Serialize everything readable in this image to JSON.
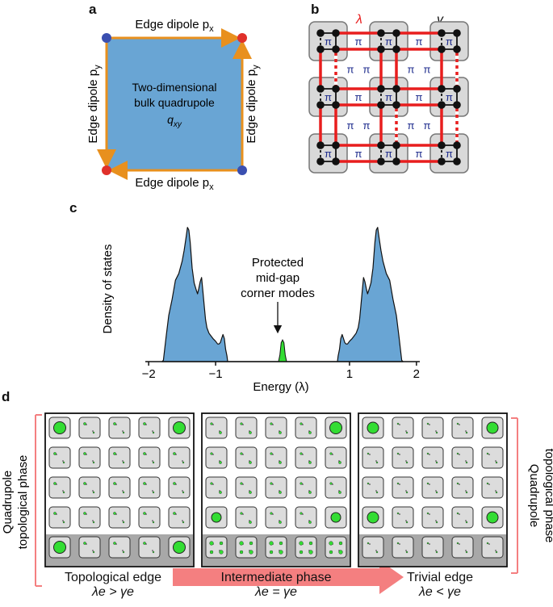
{
  "panel_a": {
    "letter": "a",
    "top_label": "Edge dipole p",
    "top_sub": "x",
    "bottom_label": "Edge dipole p",
    "bottom_sub": "x",
    "left_label": "Edge dipole p",
    "left_sub": "y",
    "right_label": "Edge dipole p",
    "right_sub": "y",
    "center_line1": "Two-dimensional",
    "center_line2": "bulk quadrupole",
    "center_line3": "q",
    "center_sub": "xy",
    "colors": {
      "fill": "#69a5d4",
      "edge": "#e8901e",
      "red": "#e0302a",
      "blue": "#3a4fb0"
    }
  },
  "panel_b": {
    "letter": "b",
    "lambda_label": "λ",
    "gamma_label": "γ",
    "pi_label": "π",
    "colors": {
      "cell": "#d9d9d9",
      "link": "#e81e1e",
      "pi": "#1c2a8c"
    }
  },
  "panel_c": {
    "letter": "c",
    "annotation_line1": "Protected",
    "annotation_line2": "mid-gap",
    "annotation_line3": "corner modes",
    "colors": {
      "bulk": "#69a5d4",
      "corner": "#33dd33"
    }
  },
  "panel_d": {
    "letter": "d",
    "left_side_line1": "Quadrupole",
    "left_side_line2": "topological phase",
    "right_side_line1": "Quadrupole",
    "right_side_line2": "topological phase",
    "captions": [
      {
        "title": "Topological edge",
        "relation": "λe > γe"
      },
      {
        "title": "Intermediate phase",
        "relation": "λe = γe"
      },
      {
        "title": "Trivial edge",
        "relation": "λe < γe"
      }
    ],
    "colors": {
      "cell": "#dcdcdc",
      "edge_row": "#a8a8a8",
      "mode": "#33dd33",
      "arrow": "#f47f80"
    }
  },
  "chart_data": {
    "type": "area",
    "title": "",
    "xlabel": "Energy (λ)",
    "ylabel": "Density of states",
    "xlim": [
      -2.05,
      2.05
    ],
    "xticks": [
      -2,
      -1,
      1,
      2
    ],
    "xtick_labels": [
      "−2",
      "−1",
      "1",
      "2"
    ],
    "series": [
      {
        "x": [
          -1.8,
          -1.78,
          -1.74,
          -1.7,
          -1.65,
          -1.6,
          -1.55,
          -1.5,
          -1.47,
          -1.44,
          -1.42,
          -1.4,
          -1.38,
          -1.35,
          -1.32,
          -1.29,
          -1.27,
          -1.25,
          -1.23,
          -1.21,
          -1.19,
          -1.17,
          -1.15,
          -1.13,
          -1.1,
          -1.07,
          -1.04,
          -1.0,
          -0.97,
          -0.95,
          -0.93,
          -0.91,
          -0.89,
          -0.87,
          -0.85,
          -0.83,
          -0.82,
          -0.82,
          0.82,
          0.83,
          0.85,
          0.87,
          0.89,
          0.91,
          0.93,
          0.95,
          0.97,
          1.0,
          1.04,
          1.07,
          1.1,
          1.13,
          1.15,
          1.17,
          1.19,
          1.21,
          1.23,
          1.25,
          1.27,
          1.29,
          1.32,
          1.35,
          1.38,
          1.4,
          1.42,
          1.44,
          1.47,
          1.5,
          1.55,
          1.6,
          1.65,
          1.7,
          1.74,
          1.78,
          1.8
        ],
        "y": [
          0.0,
          0.01,
          0.18,
          0.34,
          0.46,
          0.6,
          0.65,
          0.74,
          0.82,
          0.92,
          0.99,
          0.97,
          0.88,
          0.69,
          0.58,
          0.53,
          0.5,
          0.54,
          0.59,
          0.62,
          0.52,
          0.41,
          0.31,
          0.25,
          0.21,
          0.19,
          0.17,
          0.15,
          0.13,
          0.13,
          0.14,
          0.17,
          0.2,
          0.17,
          0.09,
          0.04,
          0.0,
          0.0,
          0.0,
          0.04,
          0.09,
          0.17,
          0.2,
          0.17,
          0.14,
          0.13,
          0.13,
          0.15,
          0.17,
          0.19,
          0.21,
          0.25,
          0.31,
          0.41,
          0.52,
          0.62,
          0.59,
          0.54,
          0.5,
          0.53,
          0.58,
          0.69,
          0.88,
          0.97,
          0.99,
          0.92,
          0.82,
          0.74,
          0.65,
          0.6,
          0.46,
          0.34,
          0.18,
          0.01,
          0.0
        ]
      },
      {
        "x": [
          -0.06,
          -0.04,
          -0.02,
          0.0,
          0.02,
          0.04,
          0.06
        ],
        "y": [
          0.0,
          0.05,
          0.14,
          0.16,
          0.14,
          0.05,
          0.0
        ]
      }
    ]
  }
}
